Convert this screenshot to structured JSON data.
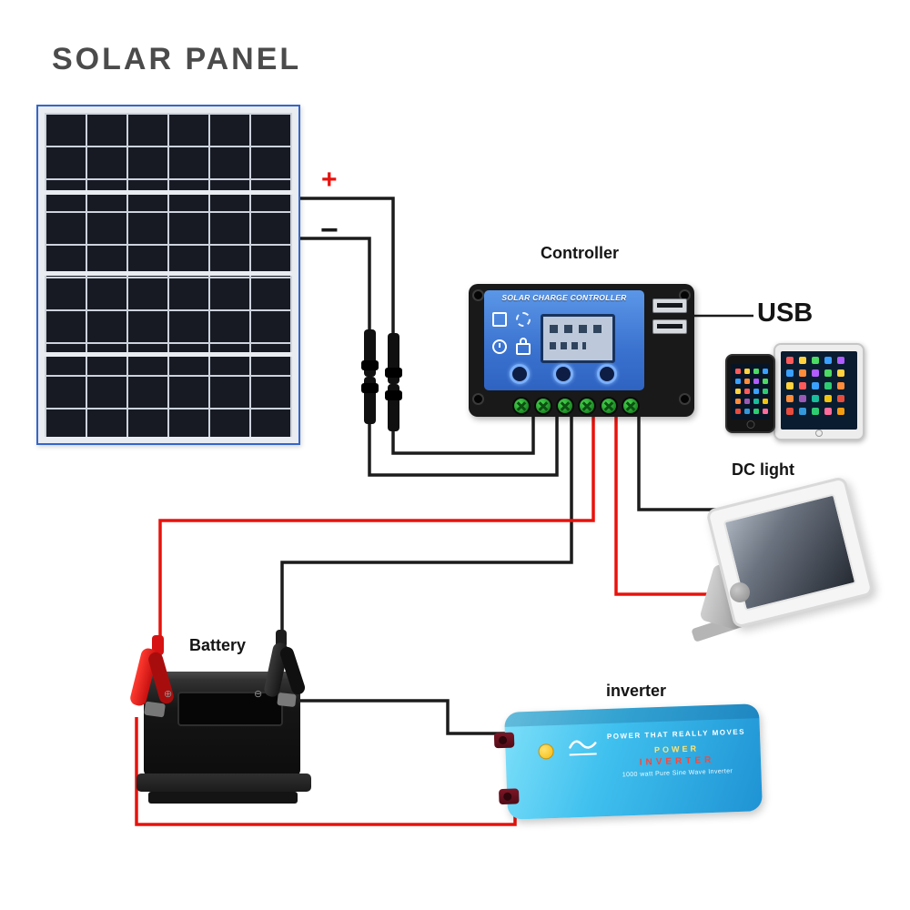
{
  "title": "SOLAR PANEL",
  "wiring": {
    "positive": "+",
    "negative": "−"
  },
  "labels": {
    "controller": "Controller",
    "usb": "USB",
    "dc_light": "DC light",
    "battery": "Battery",
    "inverter": "inverter"
  },
  "controller": {
    "header": "SOLAR CHARGE CONTROLLER"
  },
  "battery": {
    "positive_mark": "⊕",
    "negative_mark": "⊖"
  },
  "inverter": {
    "tagline": "POWER THAT REALLY MOVES",
    "brand": "POWER",
    "model": "INVERTER",
    "subtitle": "1000 watt Pure Sine Wave Inverter"
  },
  "colors": {
    "wire_black": "#1c1c1c",
    "wire_red": "#e8120c",
    "controller_blue": "#3d7bd8",
    "inverter_cyan": "#3bbdec",
    "panel_cell": "#171a23",
    "terminal_green": "#27a02a"
  }
}
